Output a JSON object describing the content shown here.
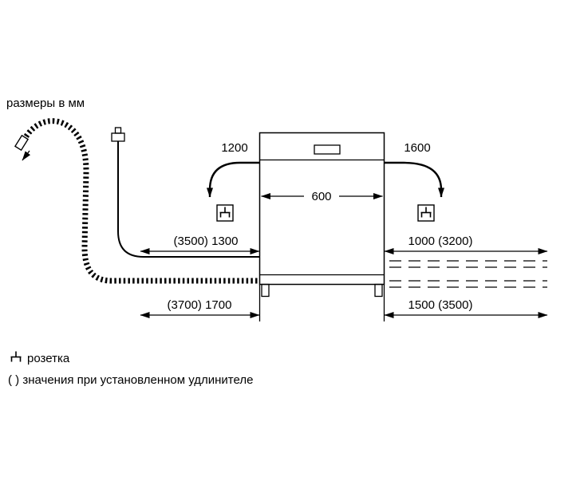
{
  "title": "размеры в мм",
  "dimensions": {
    "cord_left": "1200",
    "cord_right": "1600",
    "appliance_width": "600",
    "supply_hose_left": "(3500) 1300",
    "inlet_right": "1000 (3200)",
    "drain_hose_left": "(3700) 1700",
    "drain_right": "1500 (3500)"
  },
  "legend": {
    "socket_label": "розетка",
    "extension_note": "( ) значения при установленном удлинителе"
  },
  "icons": {
    "socket": "socket-icon",
    "corrugated_hose": "drain-hose",
    "smooth_hose": "supply-hose"
  },
  "colors": {
    "line": "#000000",
    "background": "#ffffff"
  }
}
